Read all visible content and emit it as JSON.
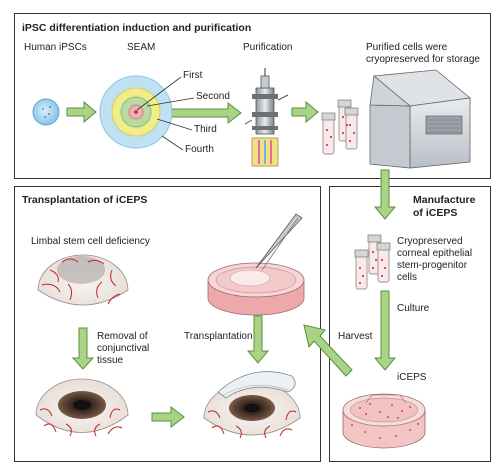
{
  "top_title": "iPSC differentiation induction and purification",
  "steps": {
    "ipsc": "Human iPSCs",
    "seam": "SEAM",
    "purification": "Purification",
    "storage_line1": "Purified cells were",
    "storage_line2": "cryopreserved for storage"
  },
  "zones": {
    "first": "First",
    "second": "Second",
    "third": "Third",
    "fourth": "Fourth"
  },
  "transplant": {
    "title": "Transplantation of iCEPS",
    "lscd": "Limbal stem cell deficiency",
    "removal_1": "Removal of",
    "removal_2": "conjunctival",
    "removal_3": "tissue",
    "transplantation": "Transplantation"
  },
  "manufacture": {
    "title_1": "Manufacture",
    "title_2": "of iCEPS",
    "cryo_1": "Cryopreserved",
    "cryo_2": "corneal epithelial",
    "cryo_3": "stem-progenitor",
    "cryo_4": "cells",
    "culture": "Culture",
    "harvest": "Harvest",
    "iceps": "iCEPS"
  },
  "colors": {
    "arrow_fill": "#a9d487",
    "arrow_stroke": "#5b8f3a",
    "zone_fourth": "#bfe1f2",
    "zone_third": "#f1ec8c",
    "zone_second": "#b8dba3",
    "zone_first": "#efb0b4",
    "cell_blue": "#8cc8ea",
    "vessel_red": "#c0272d",
    "dish_pink": "#efb6b8",
    "freezer_grey": "#d2d6db"
  },
  "icons": [
    "cell-icon",
    "seam-zones-icon",
    "purification-apparatus-icon",
    "vial-icon",
    "freezer-icon",
    "eye-icon",
    "petri-dish-icon",
    "forceps-icon",
    "contact-lens-icon"
  ]
}
